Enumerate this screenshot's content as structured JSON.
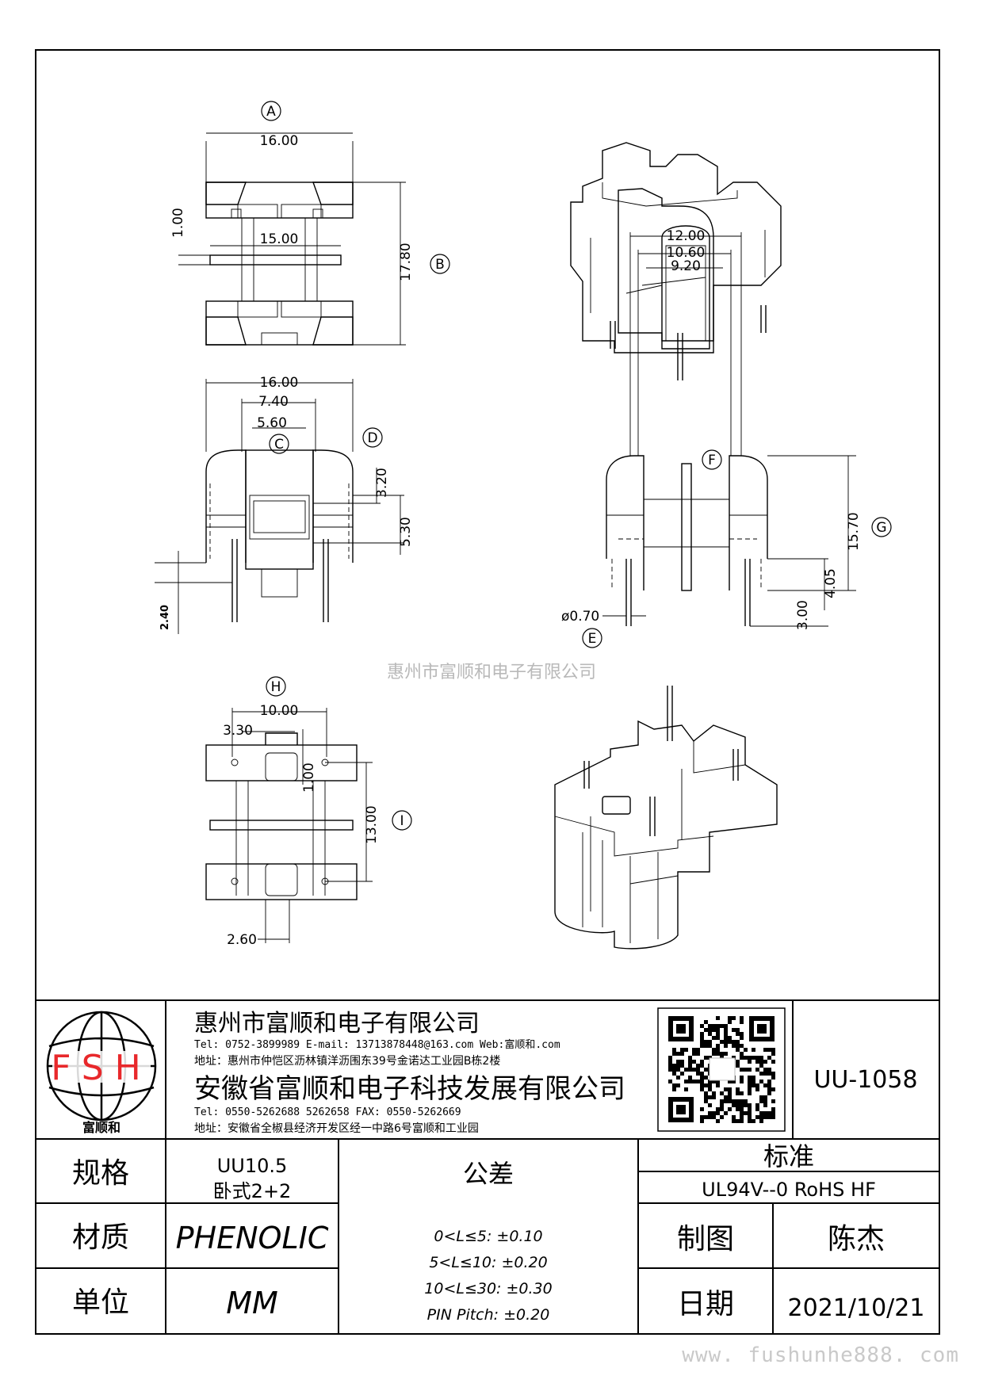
{
  "drawing": {
    "watermark": "惠州市富顺和电子有限公司",
    "view_labels": {
      "A": "A",
      "B": "B",
      "C": "C",
      "D": "D",
      "E": "E",
      "F": "F",
      "G": "G",
      "H": "H",
      "I": "I"
    },
    "dims": {
      "a_width": "16.00",
      "a_inner": "15.00",
      "a_flange": "1.00",
      "b_height": "17.80",
      "c_width": "16.00",
      "c_740": "7.40",
      "c_560": "5.60",
      "d_320": "3.20",
      "d_530": "5.30",
      "d_240": "2.40",
      "f_1200": "12.00",
      "f_1060": "10.60",
      "f_920": "9.20",
      "g_1570": "15.70",
      "g_405": "4.05",
      "g_300": "3.00",
      "e_pin": "ø0.70",
      "h_1000": "10.00",
      "h_330": "3.30",
      "h_100": "1.00",
      "i_1300": "13.00",
      "h_260": "2.60"
    }
  },
  "company": {
    "logo_text": "FSH",
    "logo_caption": "富顺和",
    "name1": "惠州市富顺和电子有限公司",
    "contact1": "Tel:  0752-3899989  E-mail: 13713878448@163.com  Web:富顺和.com",
    "address1": "地址：惠州市仲恺区沥林镇洋沥围东39号金诺达工业园B栋2楼",
    "name2": "安徽省富顺和电子科技发展有限公司",
    "contact2": "Tel:  0550-5262688  5262658     FAX: 0550-5262669",
    "address2": "地址：安徽省全椒县经济开发区经一中路6号富顺和工业园",
    "part_no": "UU-1058"
  },
  "table": {
    "spec_label": "规格",
    "spec_value1": "UU10.5",
    "spec_value2": "卧式2+2",
    "material_label": "材质",
    "material_value": "PHENOLIC",
    "unit_label": "单位",
    "unit_value": "MM",
    "tolerance_title": "公差",
    "tolerance_lines": [
      "0<L≤5: ±0.10",
      "5<L≤10: ±0.20",
      "10<L≤30: ±0.30",
      "PIN Pitch: ±0.20"
    ],
    "standard_label": "标准",
    "standard_value": "UL94V--0  RoHS HF",
    "drawn_label": "制图",
    "drawn_value": "陈杰",
    "date_label": "日期",
    "date_value": "2021/10/21"
  },
  "footer": {
    "url": "www. fushunhe888. com"
  },
  "colors": {
    "logo_red": "#e8282b",
    "line": "#000000",
    "watermark": "#b9b9b9"
  }
}
